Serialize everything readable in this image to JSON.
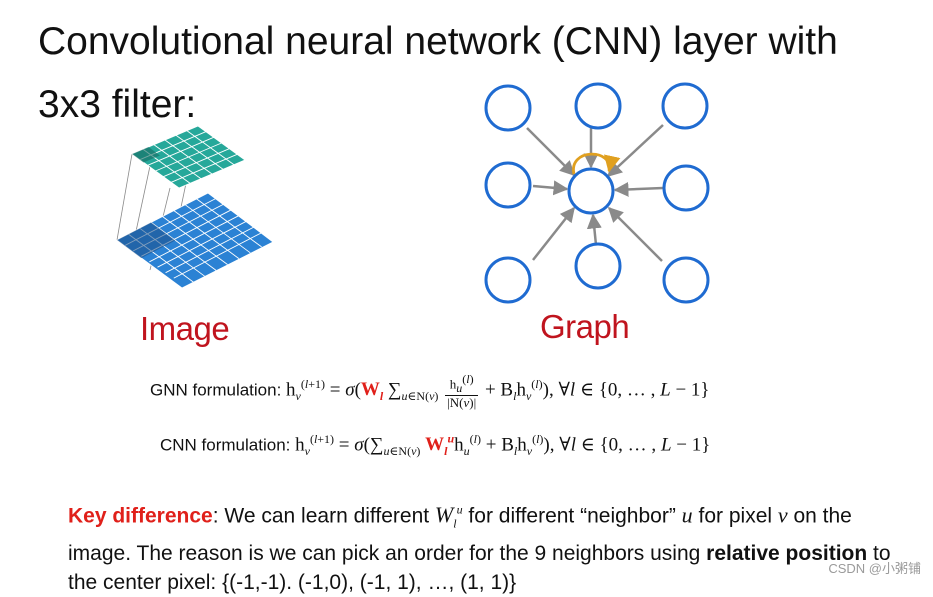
{
  "title": "Convolutional neural network (CNN) layer with 3x3 filter:",
  "labels": {
    "image": "Image",
    "graph": "Graph"
  },
  "label_color": "#c0141e",
  "gnn_formula": {
    "lead": "GNN formulation: ",
    "text": "h_v^(l+1) = σ(W_l Σ_{u∈N(v)} h_u^(l) / |N(v)| + B_l h_v^(l)), ∀l ∈ {0, …, L − 1}"
  },
  "cnn_formula": {
    "lead": "CNN formulation: ",
    "text": "h_v^(l+1) = σ(Σ_{u∈N(v)} W_l^u h_u^(l) + B_l h_v^(l)), ∀l ∈ {0, …, L − 1}"
  },
  "key_difference": {
    "key": "Key difference",
    "text": ": We can learn different W_l^u for different “neighbor” u for pixel v on the image. The reason is we can pick an order for the 9 neighbors using relative position to the center pixel: {(-1,-1). (-1,0), (-1, 1), …, (1, 1)}"
  },
  "colors": {
    "filter_grid": "#26a89a",
    "image_grid": "#2b82d4",
    "node_stroke": "#1f6bd1",
    "edge": "#8a8a8a",
    "self_loop": "#e0a020",
    "highlight": "#e0201a"
  },
  "watermark": "CSDN @小粥铺"
}
